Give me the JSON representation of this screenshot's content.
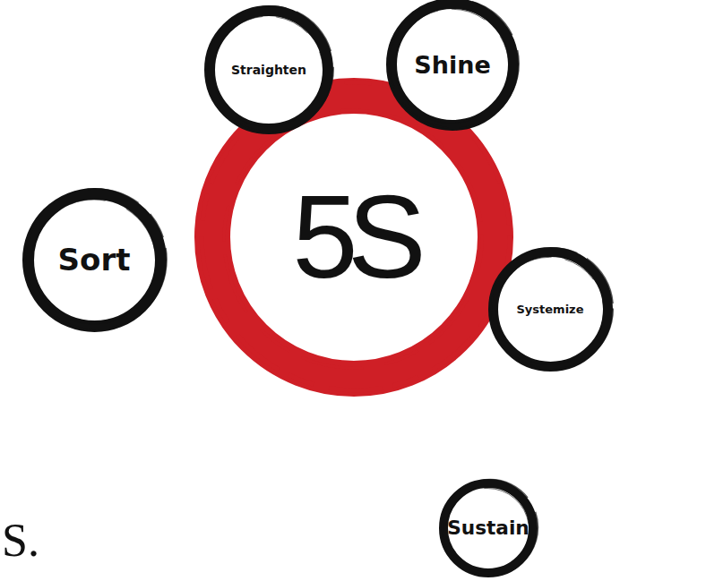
{
  "diagram": {
    "nodes": [
      {
        "text": [
          "5S"
        ]
      },
      {
        "text": [
          "Sort"
        ]
      },
      {
        "text": [
          "Straighten"
        ]
      },
      {
        "text": [
          "Shine"
        ]
      },
      {
        "text": [
          "Systemize"
        ]
      },
      {
        "text": [
          "Sustain"
        ]
      }
    ],
    "labels": [
      "S."
    ]
  }
}
